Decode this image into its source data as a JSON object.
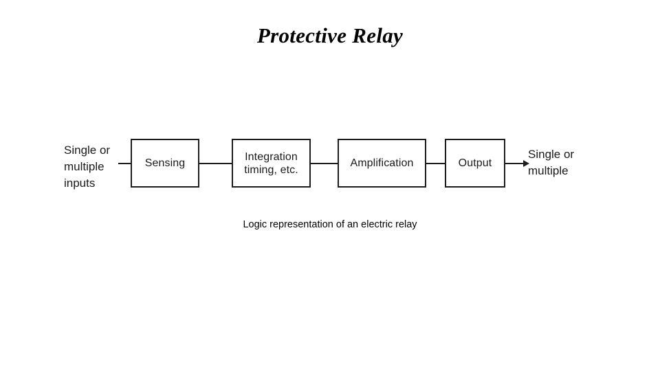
{
  "slide": {
    "title": "Protective Relay",
    "caption": "Logic representation of an electric relay",
    "background_color": "#ffffff",
    "ink_color": "#1c1c1c"
  },
  "diagram": {
    "type": "block-flow",
    "input_label": "Single or\nmultiple\ninputs",
    "output_label": "Single or\nmultiple",
    "blocks": [
      {
        "id": "sensing",
        "label": "Sensing"
      },
      {
        "id": "integration",
        "label": "Integration\ntiming, etc."
      },
      {
        "id": "amplification",
        "label": "Amplification"
      },
      {
        "id": "output",
        "label": "Output"
      }
    ],
    "connectors": [
      {
        "from": "input-label",
        "to": "sensing"
      },
      {
        "from": "sensing",
        "to": "integration"
      },
      {
        "from": "integration",
        "to": "amplification"
      },
      {
        "from": "amplification",
        "to": "output"
      },
      {
        "from": "output",
        "to": "output-label",
        "arrowhead": true
      }
    ]
  }
}
